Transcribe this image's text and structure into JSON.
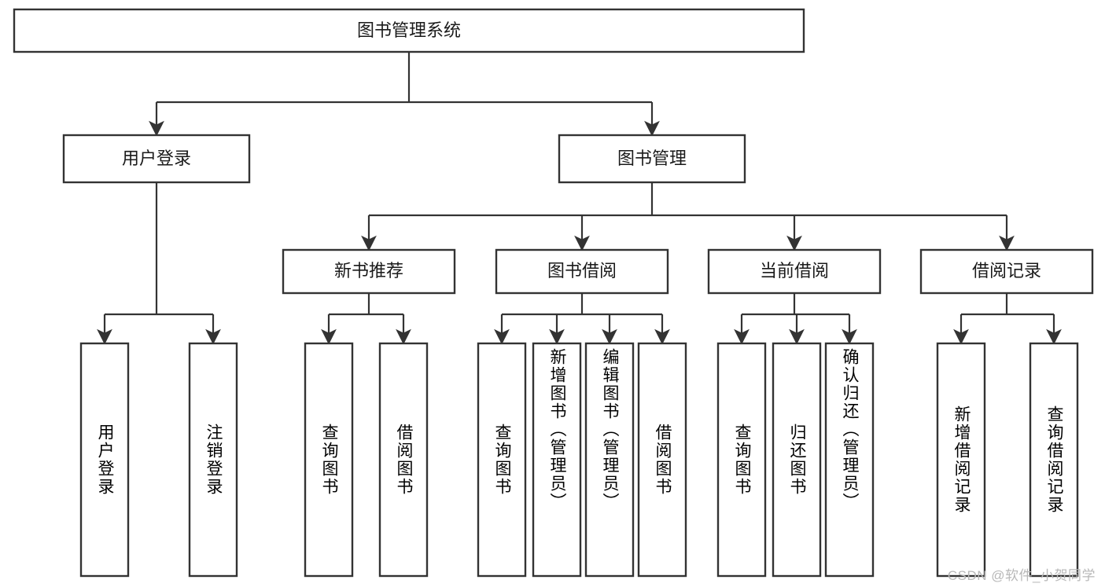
{
  "diagram": {
    "type": "tree",
    "title_node": "图书管理系统",
    "watermark": "CSDN @软件_小贺同学",
    "colors": {
      "box_stroke": "#333333",
      "box_fill": "#ffffff",
      "text": "#1a1a1a",
      "edge": "#333333",
      "watermark": "#b8b8b8",
      "background": "#ffffff"
    },
    "nodes": {
      "root": {
        "label": "图书管理系统"
      },
      "level2": [
        {
          "label": "用户登录"
        },
        {
          "label": "图书管理"
        }
      ],
      "level3": [
        {
          "label": "新书推荐"
        },
        {
          "label": "图书借阅"
        },
        {
          "label": "当前借阅"
        },
        {
          "label": "借阅记录"
        }
      ],
      "leaves": {
        "user_login": [
          {
            "label": "用户登录"
          },
          {
            "label": "注销登录"
          }
        ],
        "new_book_recommend": [
          {
            "label": "查询图书"
          },
          {
            "label": "借阅图书"
          }
        ],
        "book_borrow": [
          {
            "label": "查询图书"
          },
          {
            "label": "新增图书（管理员）"
          },
          {
            "label": "编辑图书（管理员）"
          },
          {
            "label": "借阅图书"
          }
        ],
        "current_borrow": [
          {
            "label": "查询图书"
          },
          {
            "label": "归还图书"
          },
          {
            "label": "确认归还（管理员）"
          }
        ],
        "borrow_record": [
          {
            "label": "新增借阅记录"
          },
          {
            "label": "查询借阅记录"
          }
        ]
      }
    }
  }
}
